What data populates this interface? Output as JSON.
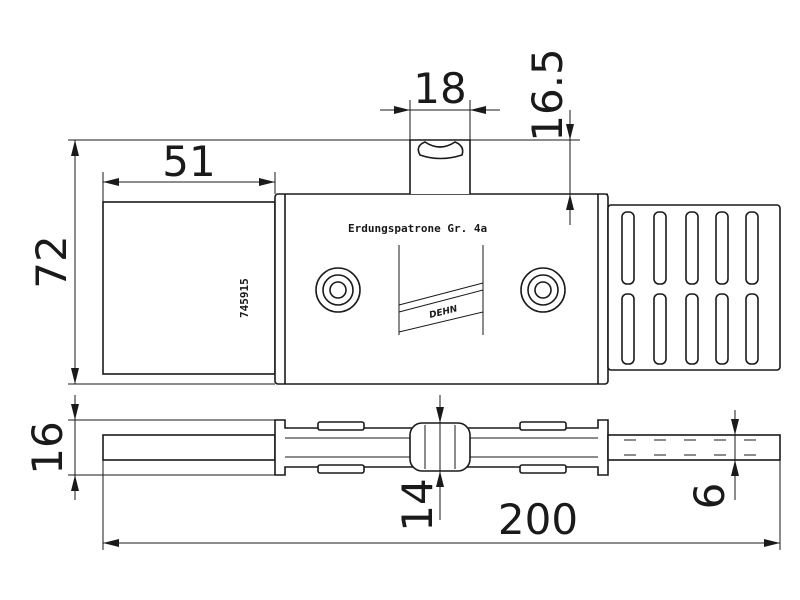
{
  "dimensions": {
    "width_total": "200",
    "height_total": "72",
    "cap_length": "51",
    "lug_width": "18",
    "lug_height": "16.5",
    "side_height": "16",
    "center_height": "14",
    "tip_height": "6"
  },
  "label": {
    "product_name": "Erdungspatrone Gr. 4a",
    "article_number": "745915",
    "brand": "DEHN"
  },
  "colors": {
    "line": "#1a1a1a",
    "background": "#ffffff"
  }
}
